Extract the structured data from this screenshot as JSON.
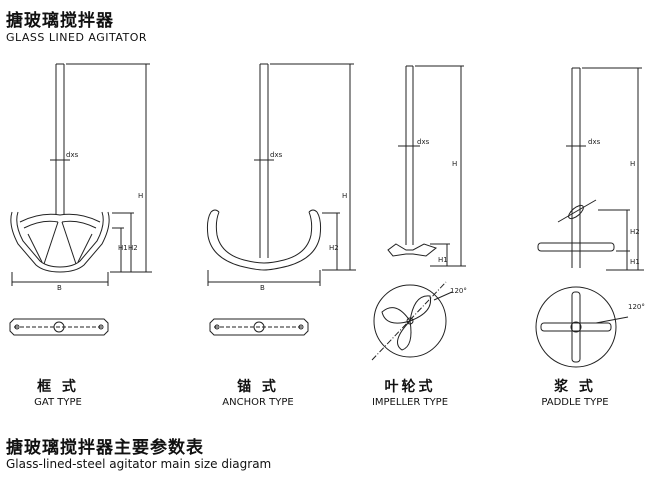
{
  "header": {
    "title_cn": "搪玻璃搅拌器",
    "title_en": "GLASS LINED AGITATOR"
  },
  "agitators": [
    {
      "name_cn": "框 式",
      "name_en": "GAT TYPE"
    },
    {
      "name_cn": "锚 式",
      "name_en": "ANCHOR TYPE"
    },
    {
      "name_cn": "叶轮式",
      "name_en": "IMPELLER TYPE"
    },
    {
      "name_cn": "浆 式",
      "name_en": "PADDLE TYPE"
    }
  ],
  "dimensions": {
    "shaft": "dxs",
    "height": "H",
    "h1": "H1",
    "h2": "H2",
    "width": "B",
    "angle": "120°"
  },
  "footer": {
    "title_cn": "搪玻璃搅拌器主要参数表",
    "title_en": "Glass-lined-steel agitator main size diagram"
  },
  "colors": {
    "line": "#222222",
    "background": "#ffffff"
  }
}
